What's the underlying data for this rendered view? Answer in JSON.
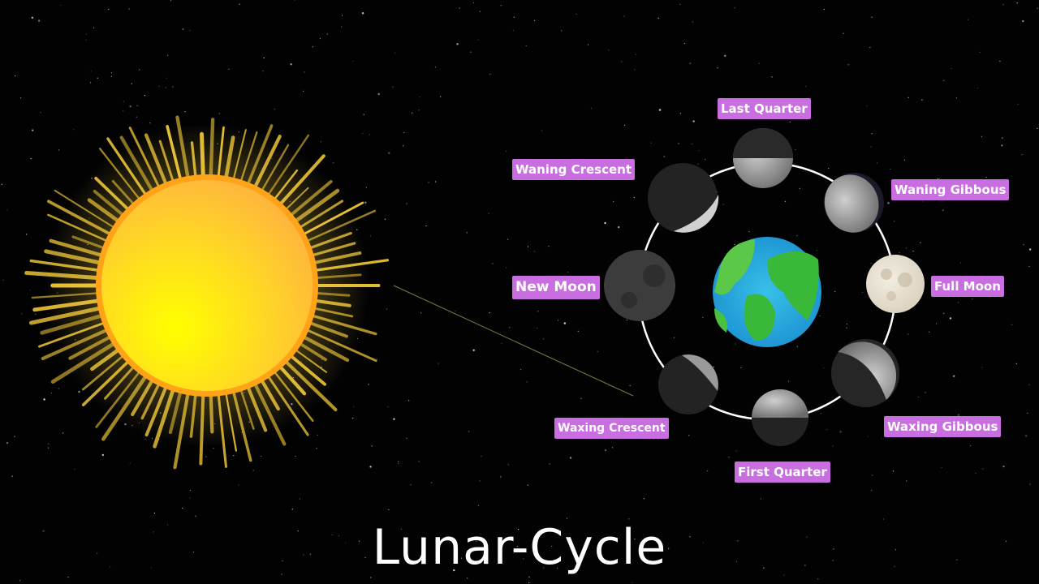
{
  "title": "Lunar-Cycle",
  "phases": {
    "last_quarter": "Last Quarter",
    "waning_crescent": "Waning Crescent",
    "waning_gibbous": "Waning Gibbous",
    "new_moon": "New Moon",
    "full_moon": "Full Moon",
    "waxing_gibbous": "Waxing Gibbous",
    "waxing_crescent": "Waxing Crescent",
    "first_quarter": "First Quarter"
  },
  "colors": {
    "label_bg": "#c86ee0",
    "background": "#020203",
    "sun": "#ffd21a"
  }
}
